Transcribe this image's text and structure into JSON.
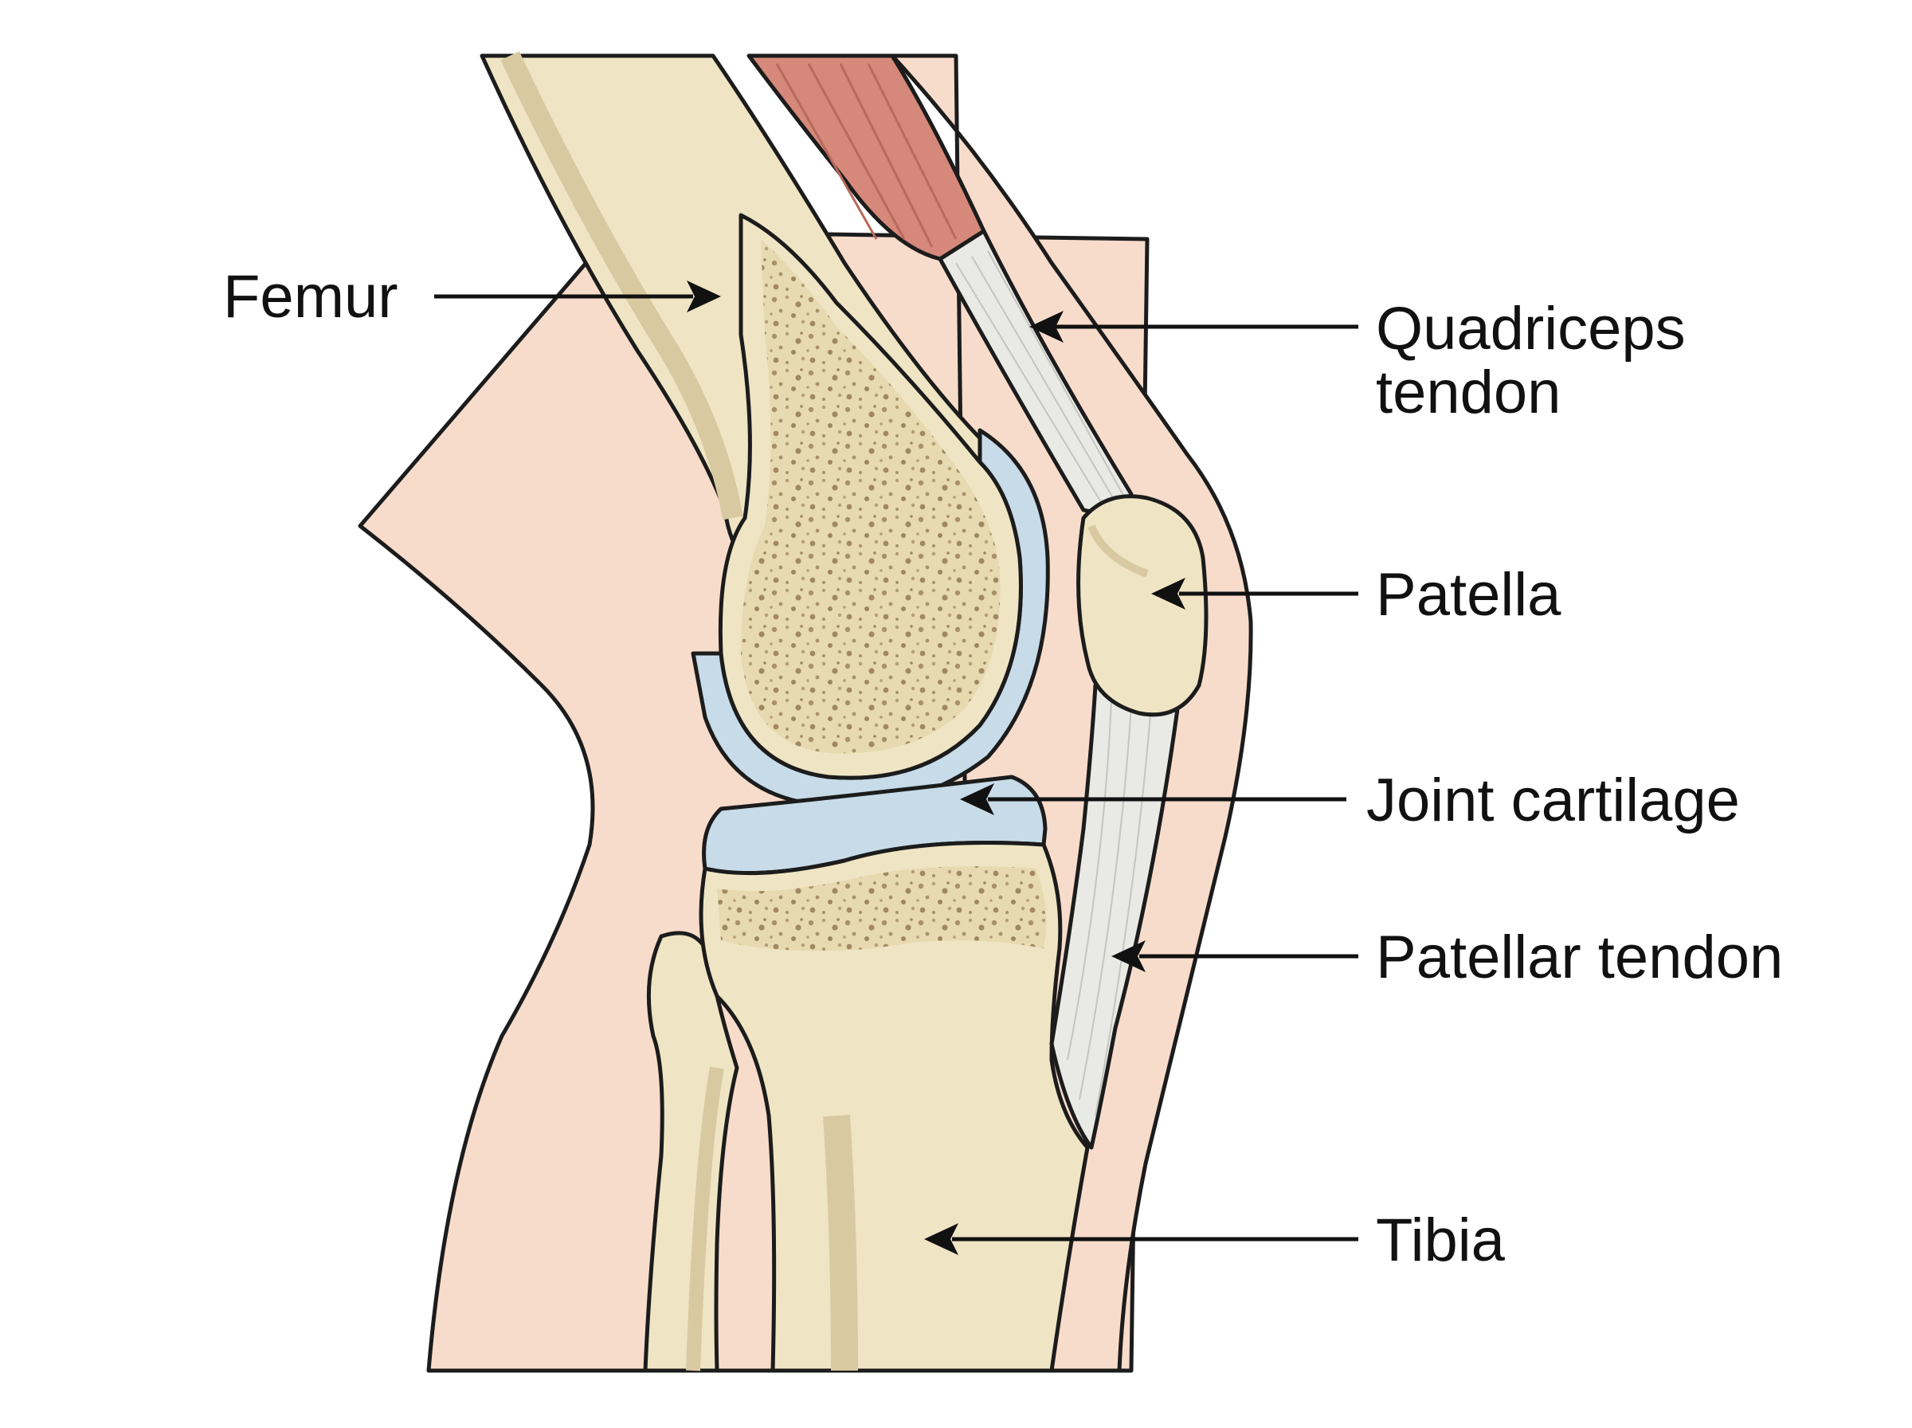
{
  "colors": {
    "skin": "#f8dccb",
    "bone": "#efe5c4",
    "bone_shadow": "#d9c9a1",
    "spongy": "#e7d9b0",
    "cartilage": "#c7dbe8",
    "muscle": "#d6897a",
    "tendon": "#e9e9e6",
    "outline": "#1c1c1c"
  },
  "labels": {
    "femur": {
      "lines": [
        "Femur"
      ]
    },
    "quadriceps_tendon": {
      "lines": [
        "Quadriceps",
        "tendon"
      ]
    },
    "patella": {
      "lines": [
        "Patella"
      ]
    },
    "joint_cartilage": {
      "lines": [
        "Joint cartilage"
      ]
    },
    "patellar_tendon": {
      "lines": [
        "Patellar tendon"
      ]
    },
    "tibia": {
      "lines": [
        "Tibia"
      ]
    }
  }
}
